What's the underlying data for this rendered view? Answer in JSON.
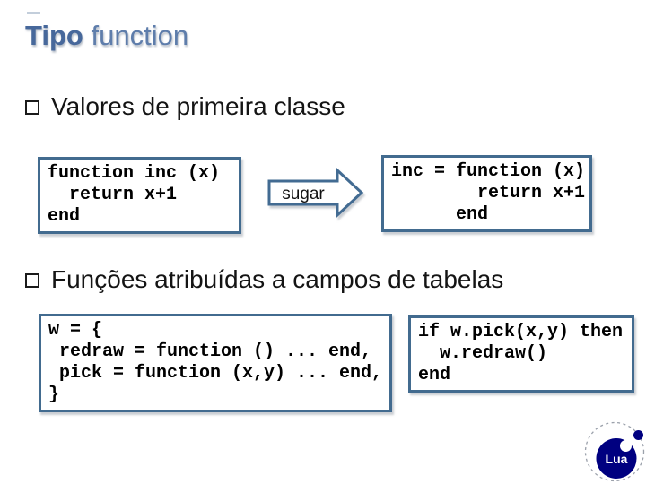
{
  "slide": {
    "title": {
      "emphasis": "Tipo",
      "rest": "function"
    },
    "bullets": [
      {
        "label": "Valores de primeira classe"
      },
      {
        "label": "Funções atribuídas a campos de tabelas"
      }
    ],
    "diagram": {
      "left_code": "function inc (x)\n  return x+1\nend",
      "arrow_label": "sugar",
      "right_code": "inc = function (x)\n        return x+1\n      end"
    },
    "table_example": {
      "definition_code": "w = {\n redraw = function () ... end,\n pick = function (x,y) ... end,\n}",
      "usage_code": "if w.pick(x,y) then\n  w.redraw()\nend"
    },
    "logo": {
      "text": "Lua"
    },
    "colors": {
      "title_emphasis": "#47689b",
      "title_rest": "#5e7dab",
      "code_box_border": "#426b8f",
      "arrow_outline": "#426b92",
      "logo_navy": "#000080",
      "bullet_text": "#141414"
    }
  }
}
